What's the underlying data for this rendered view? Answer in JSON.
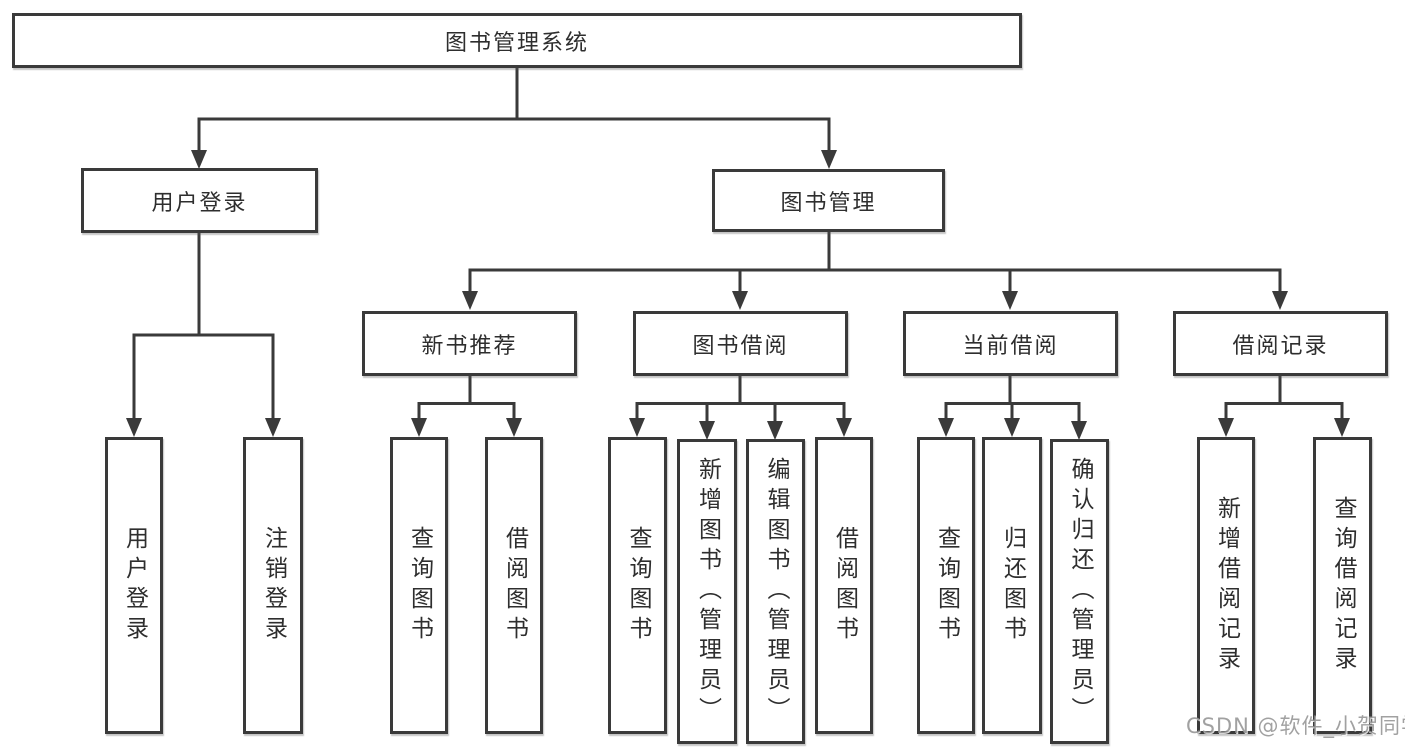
{
  "diagram": {
    "title": "图书管理系统",
    "level2": [
      "用户登录",
      "图书管理"
    ],
    "level3": [
      "新书推荐",
      "图书借阅",
      "当前借阅",
      "借阅记录"
    ],
    "leaves": [
      "用户登录",
      "注销登录",
      "查询图书",
      "借阅图书",
      "查询图书",
      "新增图书（管理员）",
      "编辑图书（管理员）",
      "借阅图书",
      "查询图书",
      "归还图书",
      "确认归还（管理员）",
      "新增借阅记录",
      "查询借阅记录"
    ]
  },
  "watermark": {
    "text": "CSDN @软件_小贺同学"
  },
  "colors": {
    "line": "#3a3a3a",
    "text": "#2e2e2e",
    "background": "#ffffff"
  }
}
